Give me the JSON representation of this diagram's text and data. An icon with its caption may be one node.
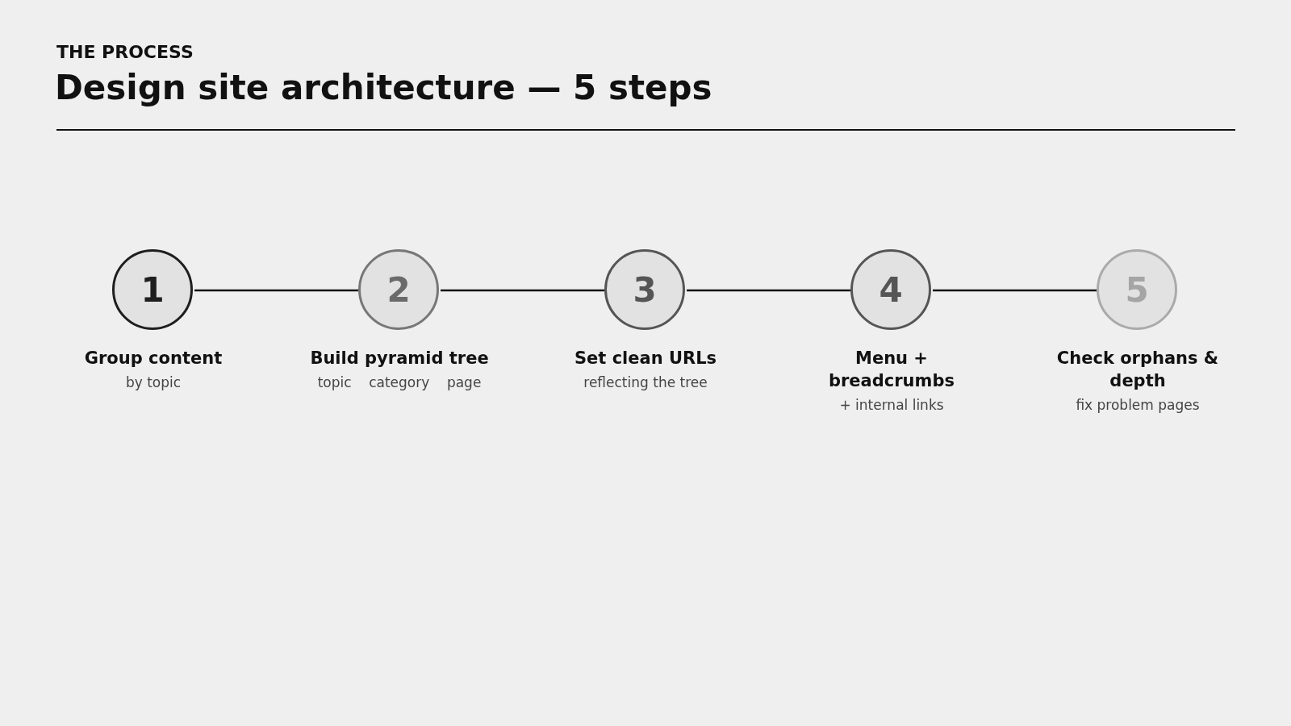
{
  "diagram": {
    "title": "Design site architecture — 5 steps",
    "labels": [
      "THE PROCESS"
    ],
    "nodes": [
      {
        "text": [
          "1"
        ],
        "beside": [
          "Group content",
          "by topic"
        ]
      },
      {
        "text": [
          "2"
        ],
        "beside": [
          "Build pyramid tree",
          "topic    category    page"
        ]
      },
      {
        "text": [
          "3"
        ],
        "beside": [
          "Set clean URLs",
          "reflecting the tree"
        ]
      },
      {
        "text": [
          "4"
        ],
        "beside": [
          "Menu + breadcrumbs",
          "+ internal links"
        ]
      },
      {
        "text": [
          "5"
        ],
        "beside": [
          "Check orphans & depth",
          "fix problem pages"
        ]
      }
    ],
    "edges": [
      {
        "from": 0,
        "to": 1,
        "arrow": "none"
      },
      {
        "from": 1,
        "to": 2,
        "arrow": "none"
      },
      {
        "from": 2,
        "to": 3,
        "arrow": "none"
      },
      {
        "from": 3,
        "to": 4,
        "arrow": "none"
      }
    ]
  }
}
